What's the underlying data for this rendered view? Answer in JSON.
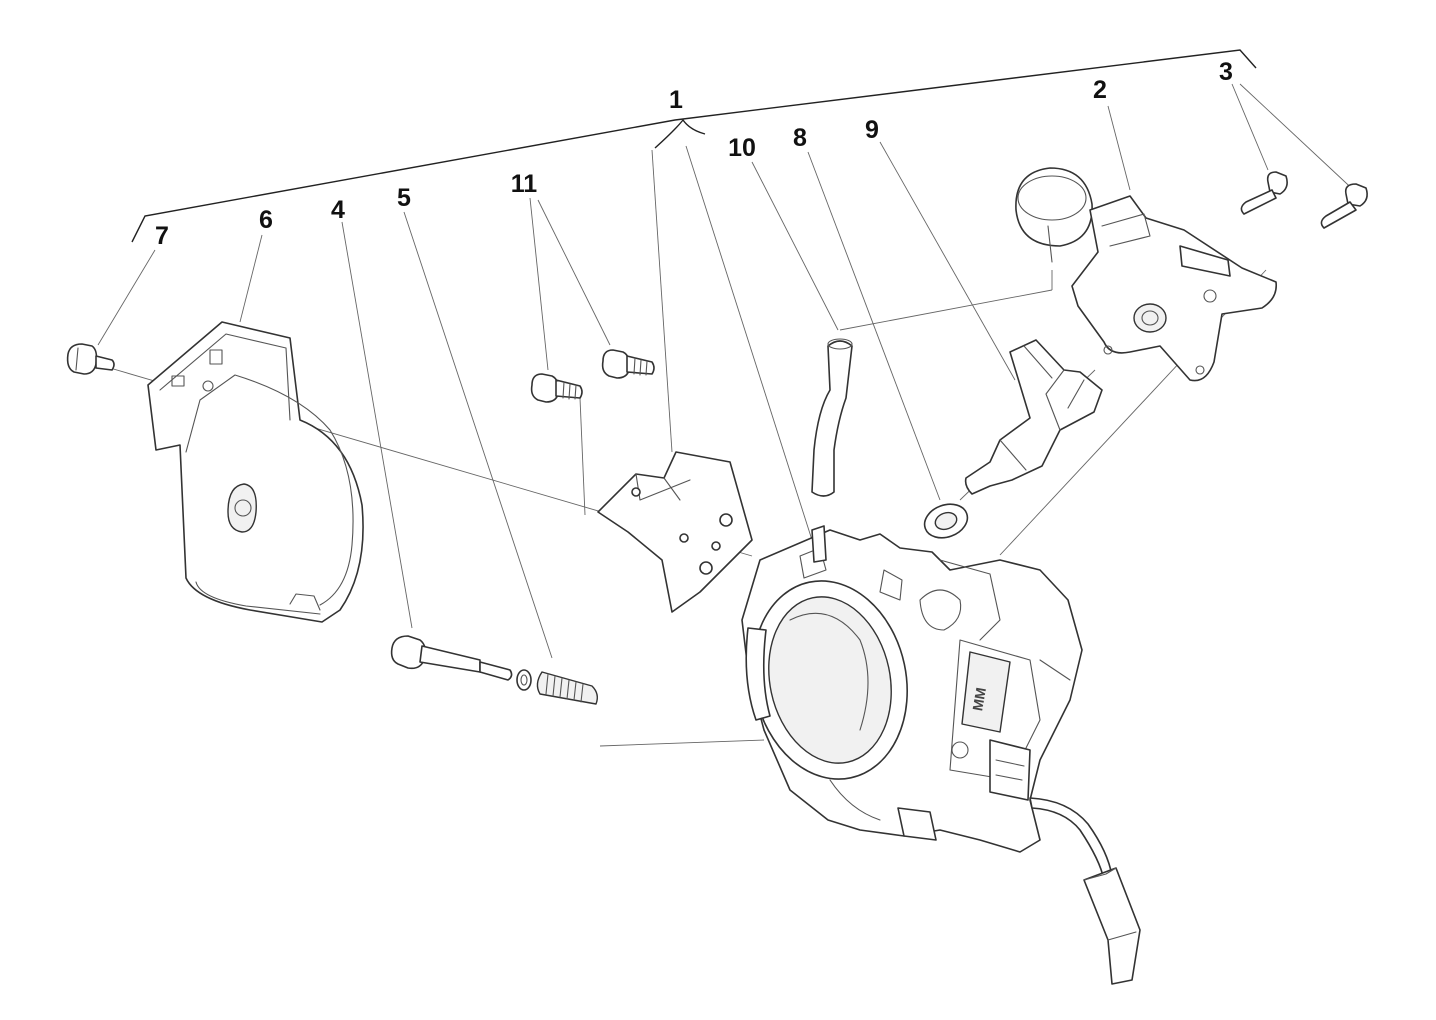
{
  "diagram": {
    "callouts": {
      "c1": "1",
      "c2": "2",
      "c3": "3",
      "c4": "4",
      "c5": "5",
      "c6": "6",
      "c7": "7",
      "c8": "8",
      "c9": "9",
      "c10": "10",
      "c11": "11"
    },
    "body_badge": "MM"
  }
}
